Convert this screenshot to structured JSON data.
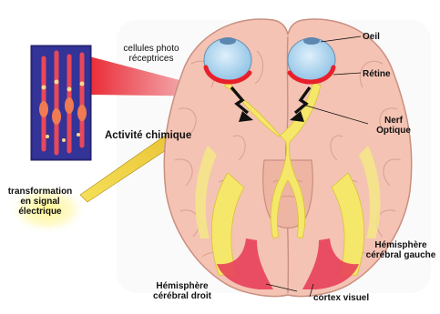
{
  "labels": {
    "cellules": [
      "cellules photo",
      "réceptrices"
    ],
    "oeil": "Oeil",
    "retine": "Rétine",
    "nerf": [
      "Nerf",
      "Optique"
    ],
    "activite": "Activité chimique",
    "transformation": [
      "transformation",
      "en signal",
      "électrique"
    ],
    "hemisphere_gauche": [
      "Hémisphère",
      "cérébral gauche"
    ],
    "hemisphere_droit": [
      "Hémisphère",
      "cérébral droit"
    ],
    "cortex": "cortex visuel"
  },
  "colors": {
    "brain": "#f4c3b3",
    "brain_outline": "#c98f80",
    "optic_pathway": "#f5e76a",
    "retina": "#e8202b",
    "eye": "#a9d3ee",
    "cortex": "#e8405a",
    "beam": "#f2d84a",
    "receptor_panel": "#2f2d8a"
  }
}
